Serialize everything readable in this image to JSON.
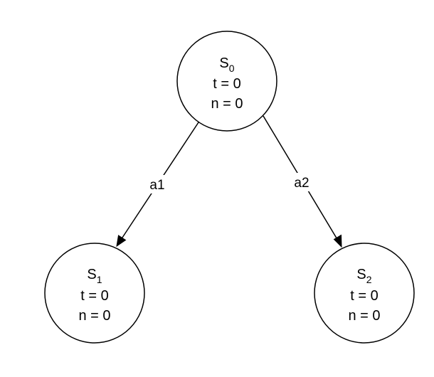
{
  "nodes": [
    {
      "id": "s0",
      "name": "S",
      "subscript": "0",
      "t": "t = 0",
      "n": "n = 0"
    },
    {
      "id": "s1",
      "name": "S",
      "subscript": "1",
      "t": "t = 0",
      "n": "n = 0"
    },
    {
      "id": "s2",
      "name": "S",
      "subscript": "2",
      "t": "t = 0",
      "n": "n = 0"
    }
  ],
  "edges": [
    {
      "from": "s0",
      "to": "s1",
      "label": "a1"
    },
    {
      "from": "s0",
      "to": "s2",
      "label": "a2"
    }
  ]
}
